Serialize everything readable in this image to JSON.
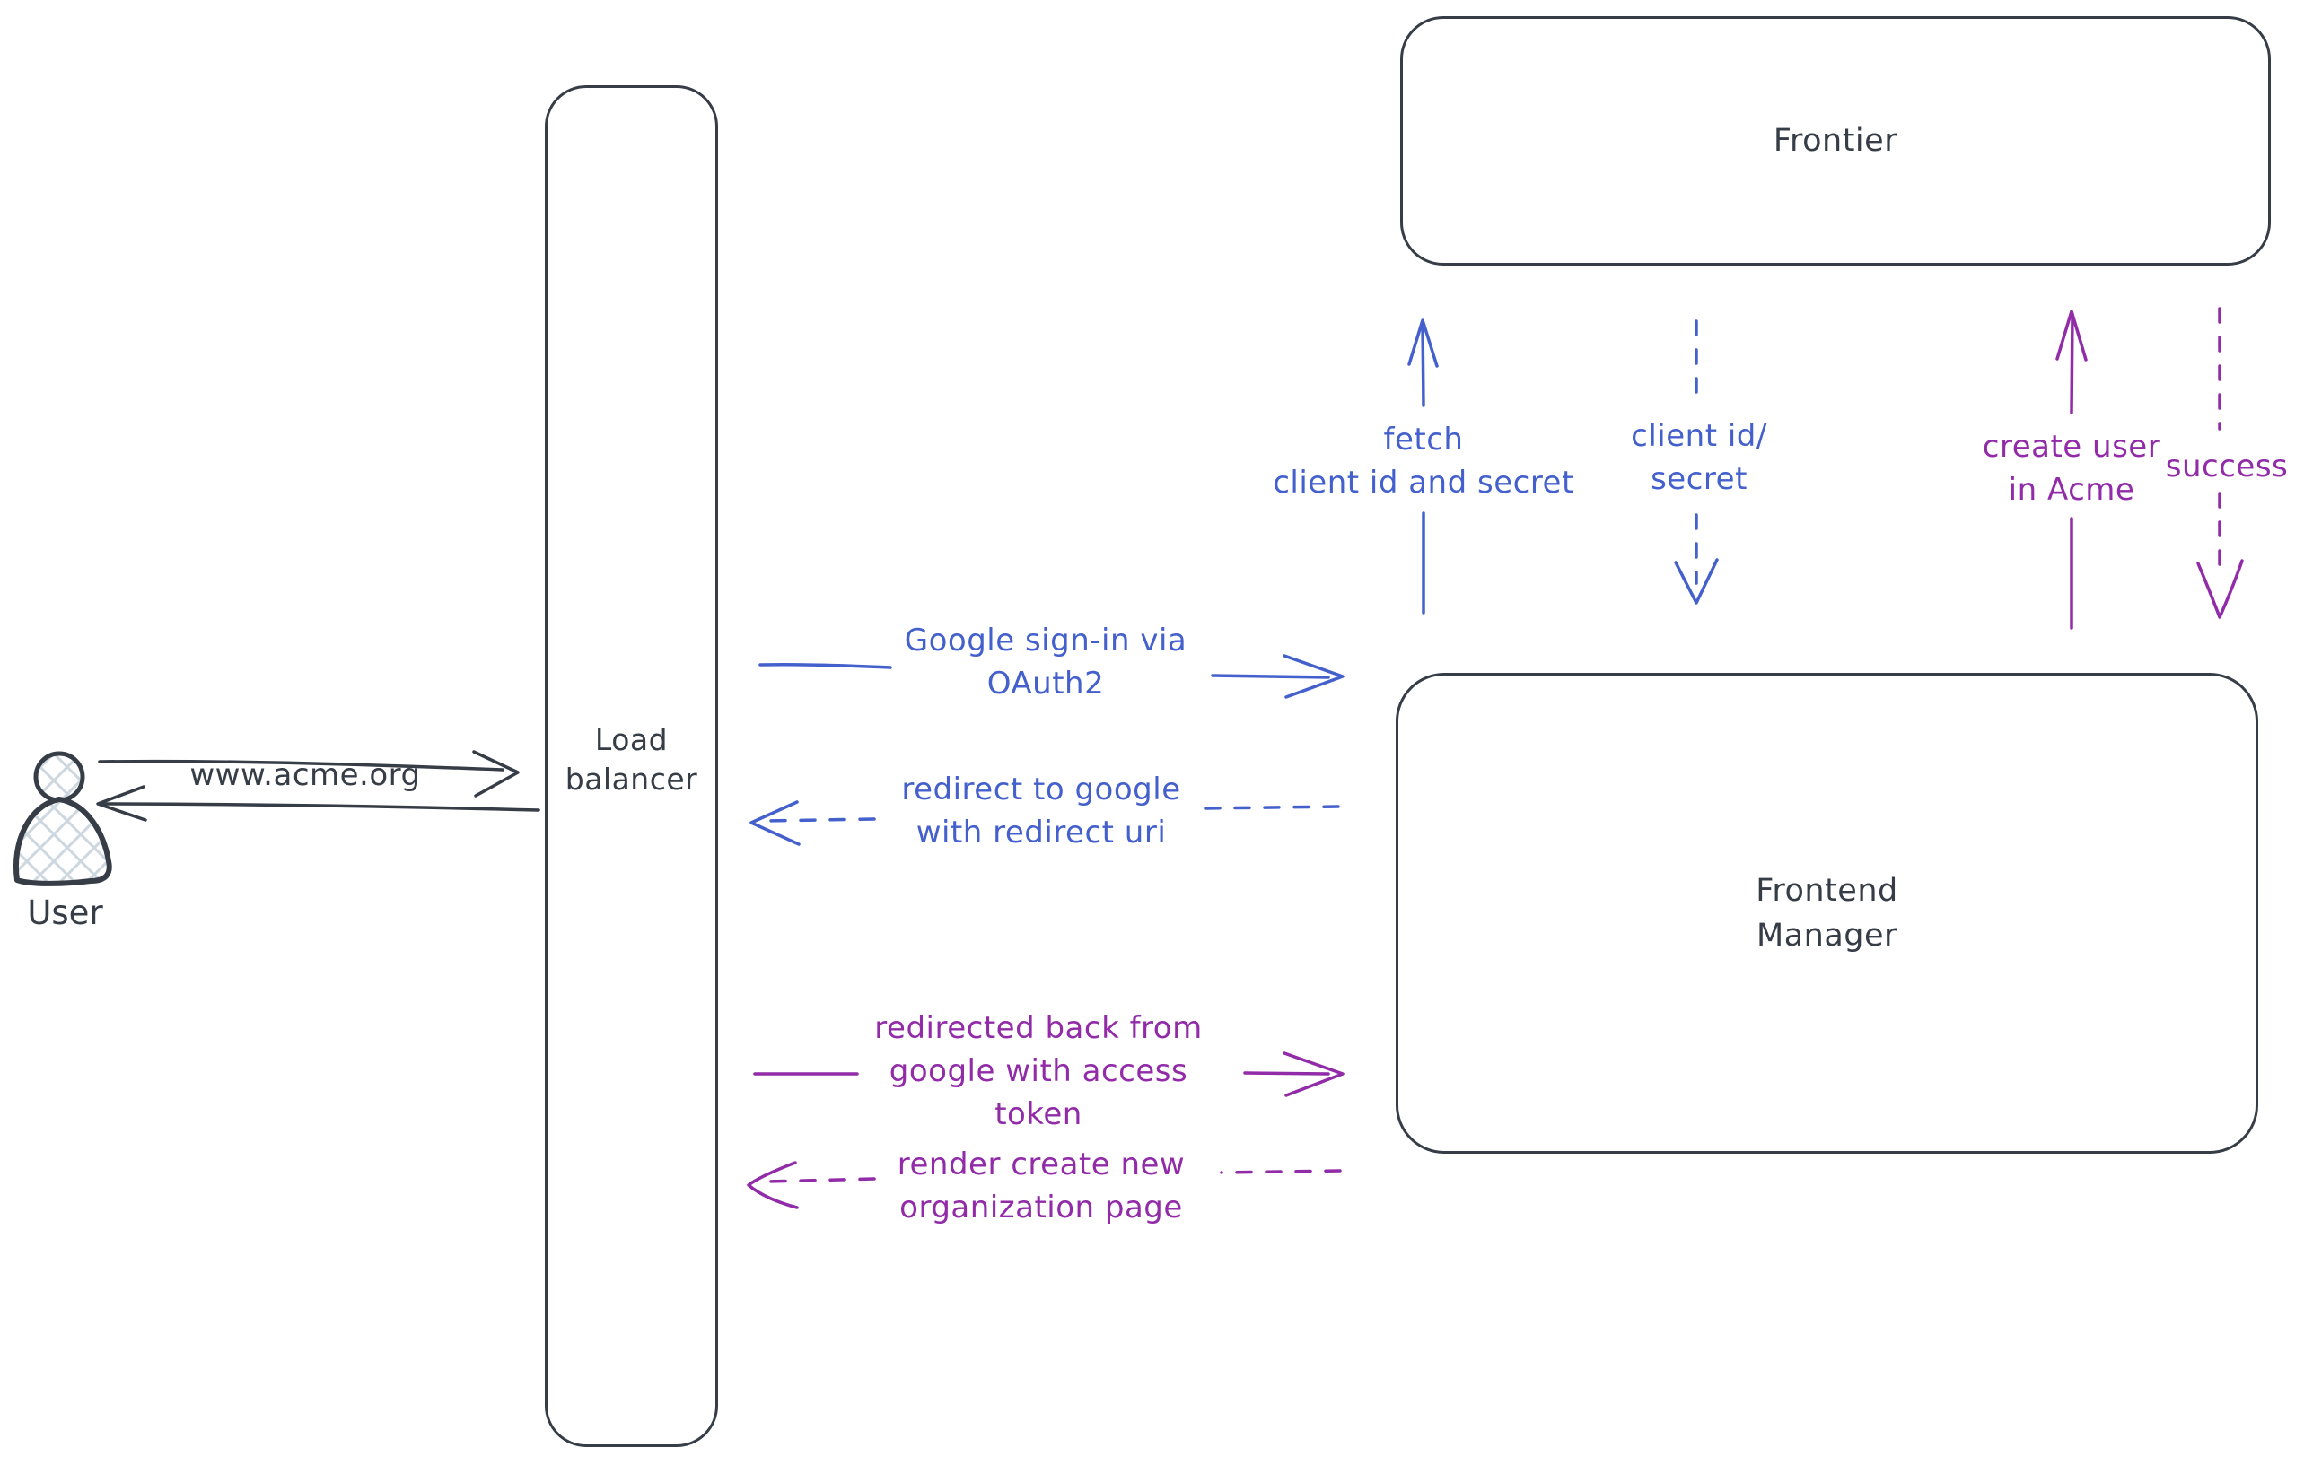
{
  "colors": {
    "ink": "#363d47",
    "blue": "#4460cc",
    "purple": "#912ba8",
    "hatch_fill": "#ccd7df",
    "background": "#ffffff"
  },
  "actors": {
    "user": {
      "label": "User"
    },
    "load_balancer": {
      "label": "Load\nbalancer"
    },
    "frontier": {
      "label": "Frontier"
    },
    "frontend_manager": {
      "label": "Frontend\nManager"
    }
  },
  "messages": {
    "user_to_lb": {
      "label": "www.acme.org",
      "from": "User",
      "to": "Load balancer",
      "style": "solid",
      "color": "ink",
      "direction": "right"
    },
    "lb_to_user_return": {
      "label": "",
      "from": "Load balancer",
      "to": "User",
      "style": "solid",
      "color": "ink",
      "direction": "left"
    },
    "signin": {
      "label": "Google sign-in via\nOAuth2",
      "from": "Load balancer",
      "to": "Frontend Manager",
      "style": "solid",
      "color": "blue",
      "direction": "right"
    },
    "redirect_to_google": {
      "label": "redirect to google\nwith redirect uri",
      "from": "Frontend Manager",
      "to": "Load balancer",
      "style": "dashed",
      "color": "blue",
      "direction": "left"
    },
    "fetch_client": {
      "label": "fetch\nclient id and secret",
      "from": "Frontend Manager",
      "to": "Frontier",
      "style": "solid",
      "color": "blue",
      "direction": "up"
    },
    "client_id_secret": {
      "label": "client id/\nsecret",
      "from": "Frontier",
      "to": "Frontend Manager",
      "style": "dashed",
      "color": "blue",
      "direction": "down"
    },
    "redirected_back": {
      "label": "redirected back from\ngoogle with access\ntoken",
      "from": "Load balancer",
      "to": "Frontend Manager",
      "style": "solid",
      "color": "purple",
      "direction": "right"
    },
    "render_page": {
      "label": "render create new\norganization page",
      "from": "Frontend Manager",
      "to": "Load balancer",
      "style": "dashed",
      "color": "purple",
      "direction": "left"
    },
    "create_user": {
      "label": "create user\nin Acme",
      "from": "Frontend Manager",
      "to": "Frontier",
      "style": "solid",
      "color": "purple",
      "direction": "up"
    },
    "success": {
      "label": "success",
      "from": "Frontier",
      "to": "Frontend Manager",
      "style": "dashed",
      "color": "purple",
      "direction": "down"
    }
  }
}
